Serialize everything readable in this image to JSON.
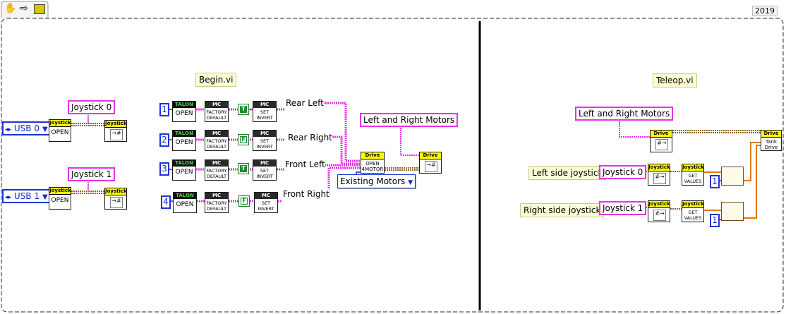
{
  "toolbar": {
    "icons": [
      "hand-icon",
      "arrow-icon",
      "labview-icon"
    ]
  },
  "version_year": "2019",
  "begin": {
    "title": "Begin.vi",
    "joystick_section": [
      {
        "usb": "USB 0",
        "label": "Joystick 0",
        "vi_header": "Joystick",
        "open": "OPEN"
      },
      {
        "usb": "USB 1",
        "label": "Joystick 1",
        "vi_header": "Joystick",
        "open": "OPEN"
      }
    ],
    "motors": [
      {
        "index": "1",
        "talon": "TALON",
        "open": "OPEN",
        "mc": "MC",
        "factory": "FACTORY\nDEFAULT",
        "bool": "T",
        "set": "SET\nINVERT",
        "name": "Rear Left"
      },
      {
        "index": "2",
        "talon": "TALON",
        "open": "OPEN",
        "mc": "MC",
        "factory": "FACTORY\nDEFAULT",
        "bool": "F",
        "set": "SET\nINVERT",
        "name": "Rear Right"
      },
      {
        "index": "3",
        "talon": "TALON",
        "open": "OPEN",
        "mc": "MC",
        "factory": "FACTORY\nDEFAULT",
        "bool": "T",
        "set": "SET\nINVERT",
        "name": "Front Left"
      },
      {
        "index": "4",
        "talon": "TALON",
        "open": "OPEN",
        "mc": "MC",
        "factory": "FACTORY\nDEFAULT",
        "bool": "F",
        "set": "SET\nINVERT",
        "name": "Front Right"
      }
    ],
    "motors_label": "Left and Right Motors",
    "drive_header": "Drive",
    "drive_open": "OPEN\n4MOTOR",
    "drive_ref_header": "Drive",
    "existing_motors": "Existing Motors"
  },
  "teleop": {
    "title": "Teleop.vi",
    "motors_label": "Left and Right Motors",
    "drive_header": "Drive",
    "tank_header": "Drive",
    "tank_body": "Tank\nDrive",
    "left_note": "Left side joystick",
    "right_note": "Right side joystick",
    "joysticks": [
      {
        "label": "Joystick 0",
        "hdr": "Joystick",
        "get_hdr": "Joystick",
        "get": "GET\nVALUES",
        "index": "1"
      },
      {
        "label": "Joystick 1",
        "hdr": "Joystick",
        "get_hdr": "Joystick",
        "get": "GET\nVALUES",
        "index": "1"
      }
    ]
  }
}
